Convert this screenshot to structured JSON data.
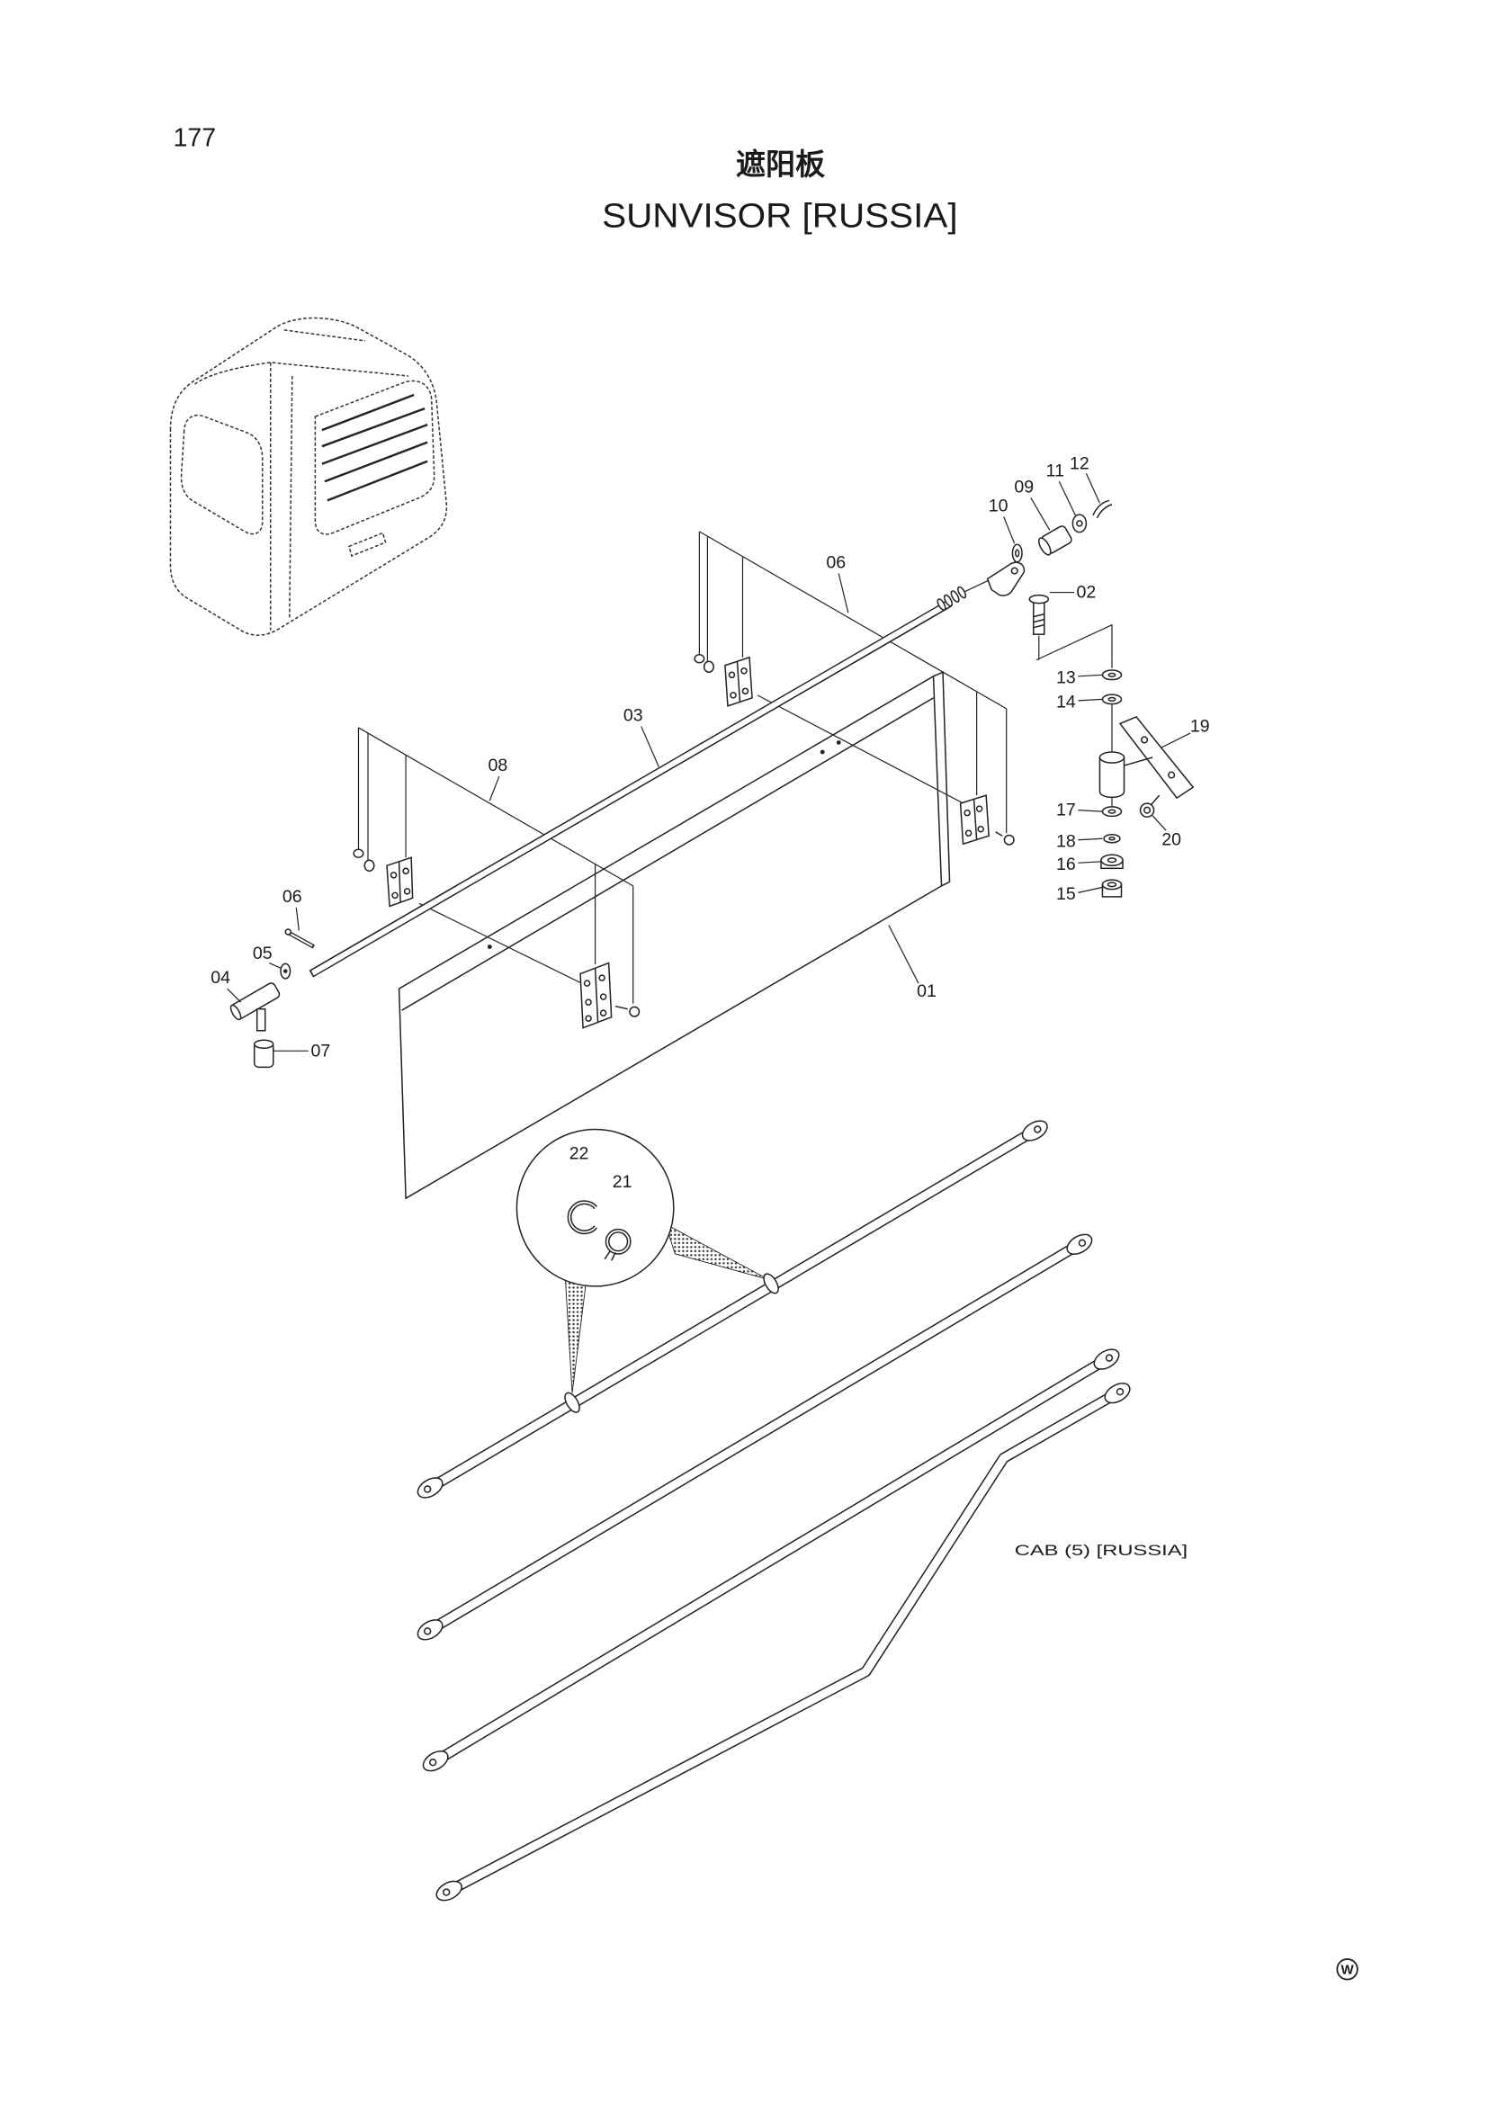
{
  "page": {
    "number": "177",
    "title_cn": "遮阳板",
    "title_en": "SUNVISOR [RUSSIA]",
    "reference": "CAB (5) [RUSSIA]",
    "corner_mark": "W"
  },
  "part_labels": [
    "12",
    "11",
    "09",
    "10",
    "06",
    "02",
    "13",
    "14",
    "19",
    "03",
    "08",
    "17",
    "20",
    "18",
    "16",
    "15",
    "06",
    "05",
    "04",
    "01",
    "07",
    "22",
    "21"
  ],
  "icons": {
    "corner_mark": "circled-letter-icon",
    "cab": "excavator-cab-icon"
  }
}
